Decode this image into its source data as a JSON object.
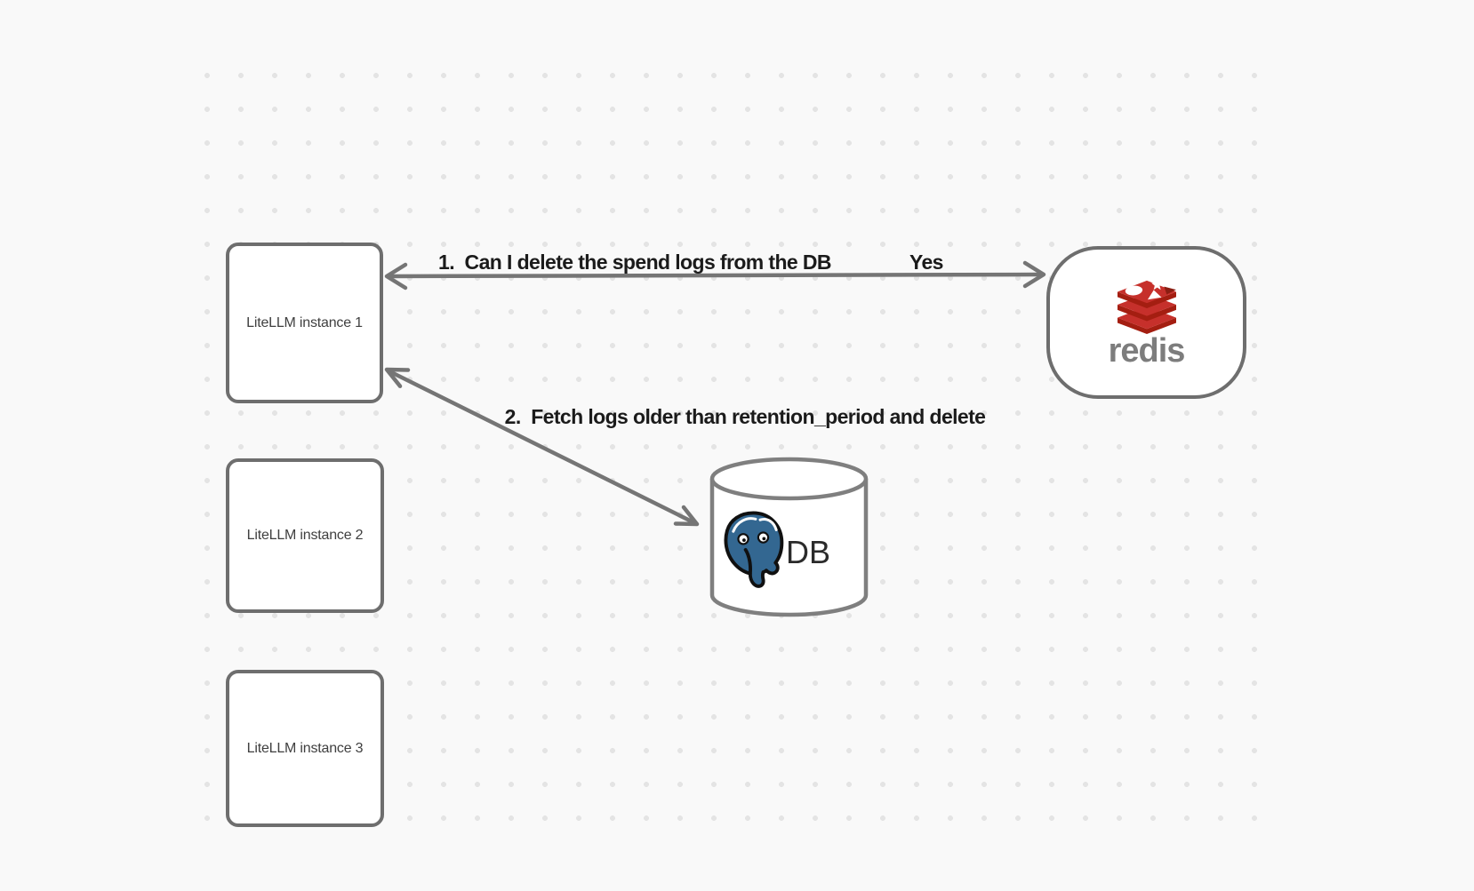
{
  "canvas": {
    "background_color": "#f9f9f9",
    "dot_color": "#e4e4e4"
  },
  "instances": [
    {
      "label": "LiteLLM instance 1"
    },
    {
      "label": "LiteLLM instance 2"
    },
    {
      "label": "LiteLLM instance 3"
    }
  ],
  "redis_node": {
    "wordmark": "redis",
    "icon": "redis-logo-icon",
    "logo_red": "#c6302b",
    "logo_dark_red": "#a41e11",
    "wordmark_color": "#7d7d7d"
  },
  "db_node": {
    "label": "DB",
    "icon": "postgresql-logo-icon",
    "postgres_blue": "#336791"
  },
  "annotations": {
    "arrow1_label": "1.  Can I delete the spend logs from the DB",
    "arrow1_response": "Yes",
    "arrow2_label": "2.  Fetch logs older than retention_period and delete"
  },
  "colors": {
    "shape_border": "#6e6e6e",
    "arrow": "#757575",
    "annotation_text": "#1b1b1b",
    "box_label_text": "#3f3f3f",
    "cylinder_stroke": "#7f7f7f"
  }
}
